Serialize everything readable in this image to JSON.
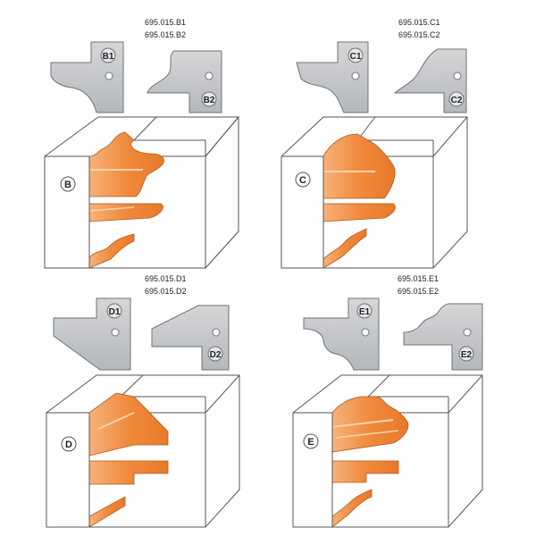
{
  "colors": {
    "knife_fill": "#c9cbcd",
    "knife_stroke": "#6f7173",
    "profile_fill": "#f08a3c",
    "profile_light": "#f7b27a",
    "outline": "#555555",
    "block_face": "#ffffff"
  },
  "panels": [
    {
      "id": "B",
      "codes": [
        "695.015.B1",
        "695.015.B2"
      ],
      "knife_labels": [
        "B1",
        "B2"
      ],
      "letter": "B"
    },
    {
      "id": "C",
      "codes": [
        "695.015.C1",
        "695.015.C2"
      ],
      "knife_labels": [
        "C1",
        "C2"
      ],
      "letter": "C"
    },
    {
      "id": "D",
      "codes": [
        "695.015.D1",
        "695.015.D2"
      ],
      "knife_labels": [
        "D1",
        "D2"
      ],
      "letter": "D"
    },
    {
      "id": "E",
      "codes": [
        "695.015.E1",
        "695.015.E2"
      ],
      "knife_labels": [
        "E1",
        "E2"
      ],
      "letter": "E"
    }
  ]
}
